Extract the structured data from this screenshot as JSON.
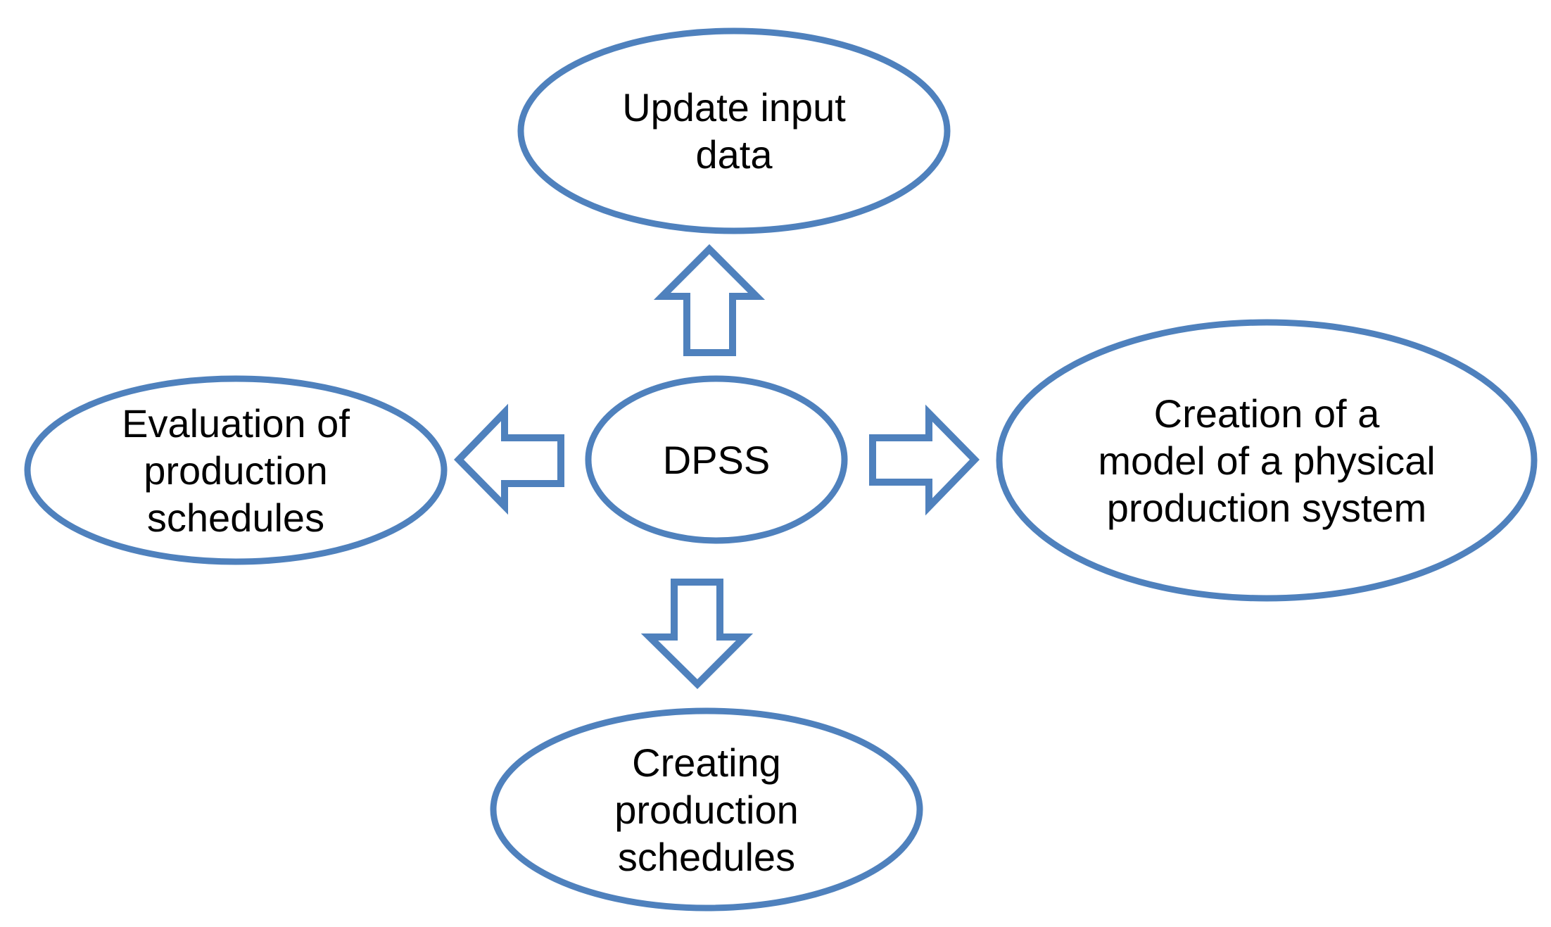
{
  "diagram": {
    "colors": {
      "accent": "#4F81BD",
      "text": "#000000",
      "background": "#FFFFFF"
    },
    "nodes": {
      "center": {
        "label": "DPSS"
      },
      "top": {
        "label": "Update input\ndata"
      },
      "right": {
        "label": "Creation of a\nmodel of a physical\nproduction system"
      },
      "left": {
        "label": "Evaluation of\nproduction\nschedules"
      },
      "bottom": {
        "label": "Creating\nproduction\nschedules"
      }
    },
    "arrows": [
      {
        "name": "up-arrow",
        "from": "center",
        "to": "top",
        "direction": "up"
      },
      {
        "name": "right-arrow",
        "from": "center",
        "to": "right",
        "direction": "right"
      },
      {
        "name": "left-arrow",
        "from": "center",
        "to": "left",
        "direction": "left"
      },
      {
        "name": "down-arrow",
        "from": "center",
        "to": "bottom",
        "direction": "down"
      }
    ]
  }
}
